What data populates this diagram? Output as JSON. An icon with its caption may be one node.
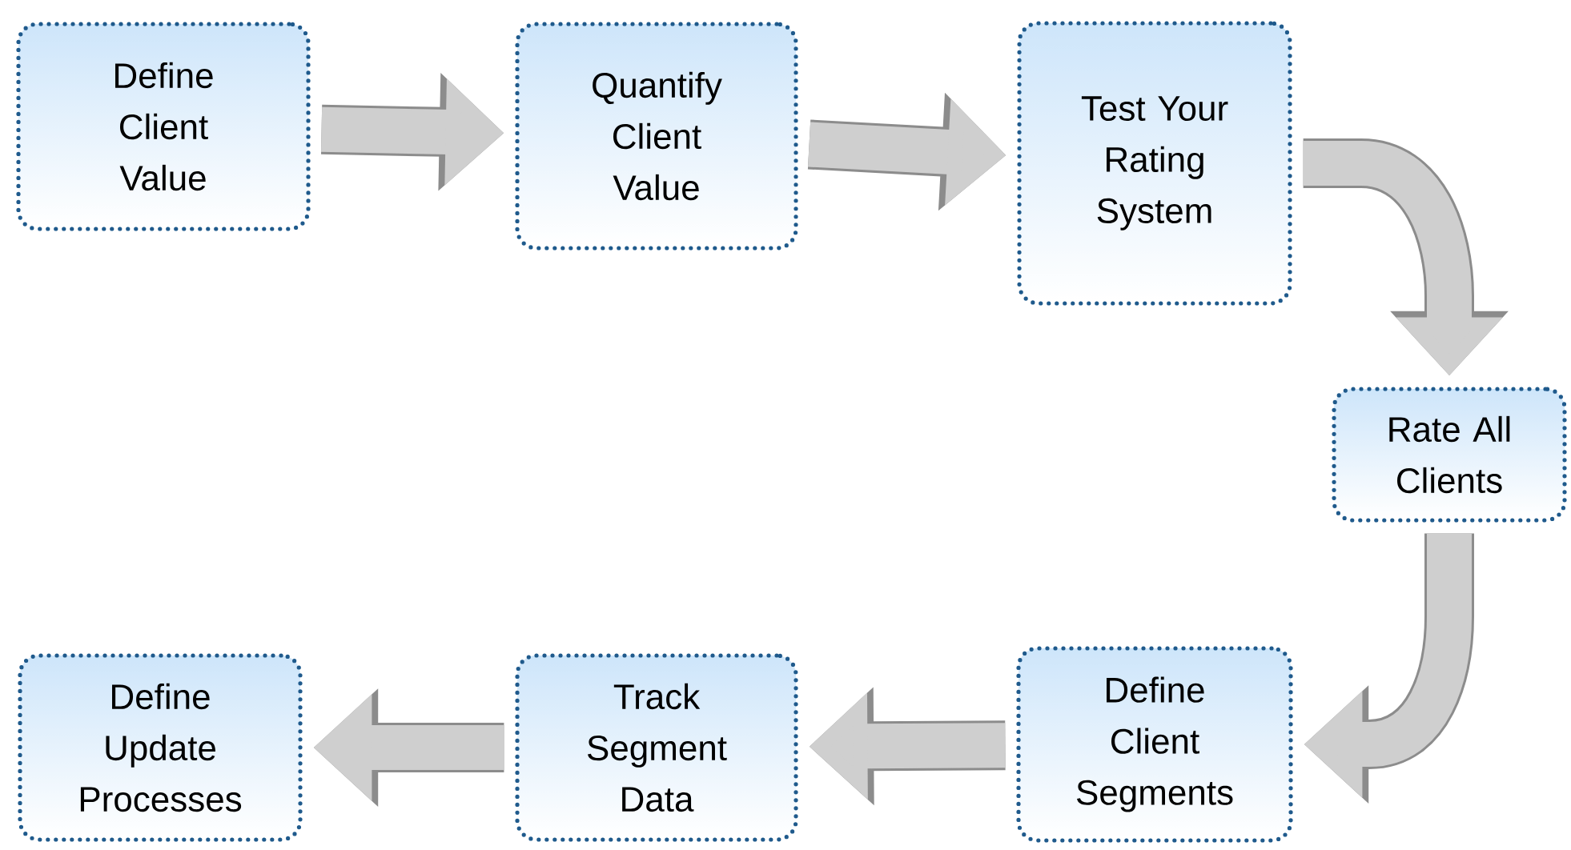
{
  "diagram": {
    "nodes": [
      {
        "text": [
          "Define Client Value"
        ]
      },
      {
        "text": [
          "Quantify Client Value"
        ]
      },
      {
        "text": [
          "Test Your Rating System"
        ]
      },
      {
        "text": [
          "Rate All Clients"
        ]
      },
      {
        "text": [
          "Define Client Segments"
        ]
      },
      {
        "text": [
          "Track Segment Data"
        ]
      },
      {
        "text": [
          "Define Update Processes"
        ]
      }
    ],
    "edges": [
      {
        "from": 0,
        "to": 1,
        "arrow": "to"
      },
      {
        "from": 1,
        "to": 2,
        "arrow": "to"
      },
      {
        "from": 2,
        "to": 3,
        "arrow": "to"
      },
      {
        "from": 3,
        "to": 4,
        "arrow": "to"
      },
      {
        "from": 4,
        "to": 5,
        "arrow": "to"
      },
      {
        "from": 5,
        "to": 6,
        "arrow": "to"
      }
    ]
  }
}
